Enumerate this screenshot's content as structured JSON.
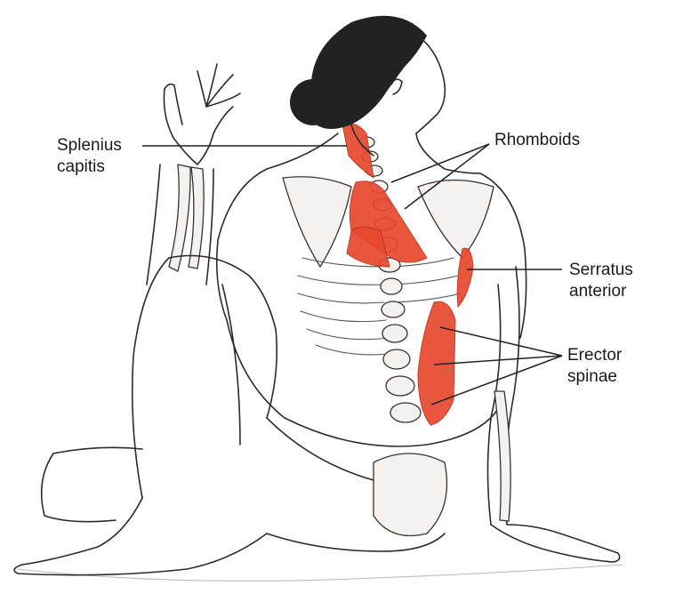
{
  "labels": {
    "splenius": {
      "line1": "Splenius",
      "line2": "capitis"
    },
    "rhomboids": {
      "line1": "Rhomboids"
    },
    "serratus": {
      "line1": "Serratus",
      "line2": "anterior"
    },
    "erector": {
      "line1": "Erector",
      "line2": "spinae"
    }
  },
  "colors": {
    "muscle": "#e8482e",
    "hair": "#222222",
    "outline": "#2b2b2b"
  }
}
